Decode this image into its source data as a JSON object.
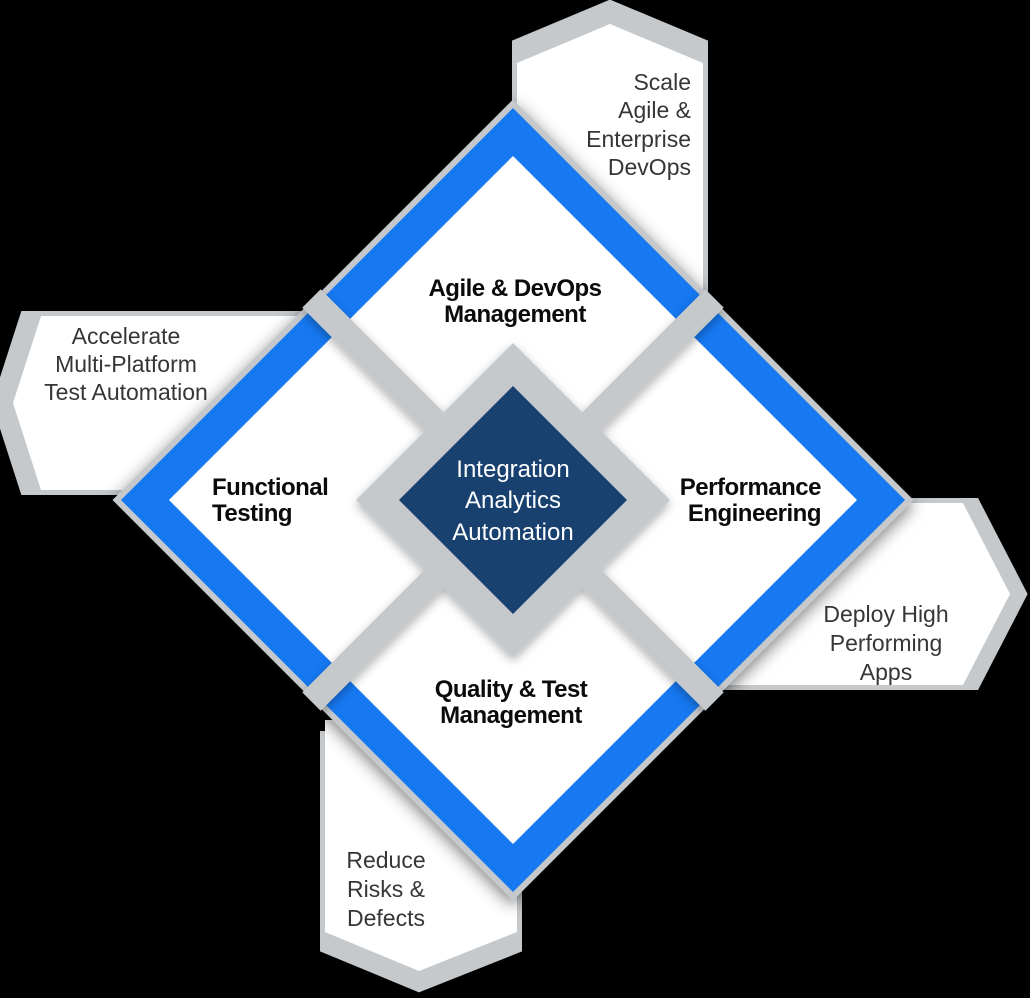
{
  "colors": {
    "background": "#000000",
    "blue": "#1679F2",
    "navy": "#184170",
    "gray": "#C5C9CC",
    "white": "#FFFFFF",
    "label-text": "#0B0B0B",
    "banner-text": "#363636",
    "center-text": "#FFFFFF"
  },
  "center": {
    "lines": [
      "Integration",
      "Analytics",
      "Automation"
    ]
  },
  "quadrants": [
    {
      "position": "top",
      "lines": [
        "Agile & DevOps",
        "Management"
      ]
    },
    {
      "position": "left",
      "lines": [
        "Functional",
        "Testing"
      ]
    },
    {
      "position": "right",
      "lines": [
        "Performance",
        "Engineering"
      ]
    },
    {
      "position": "bottom",
      "lines": [
        "Quality & Test",
        "Management"
      ]
    }
  ],
  "banners": [
    {
      "position": "top-right",
      "direction": "up",
      "lines": [
        "Scale",
        "Agile &",
        "Enterprise",
        "DevOps"
      ]
    },
    {
      "position": "left",
      "direction": "left",
      "lines": [
        "Accelerate",
        "Multi-Platform",
        "Test Automation"
      ]
    },
    {
      "position": "right",
      "direction": "right",
      "lines": [
        "Deploy High",
        "Performing",
        "Apps"
      ]
    },
    {
      "position": "bottom",
      "direction": "down",
      "lines": [
        "Reduce",
        "Risks &",
        "Defects"
      ]
    }
  ]
}
